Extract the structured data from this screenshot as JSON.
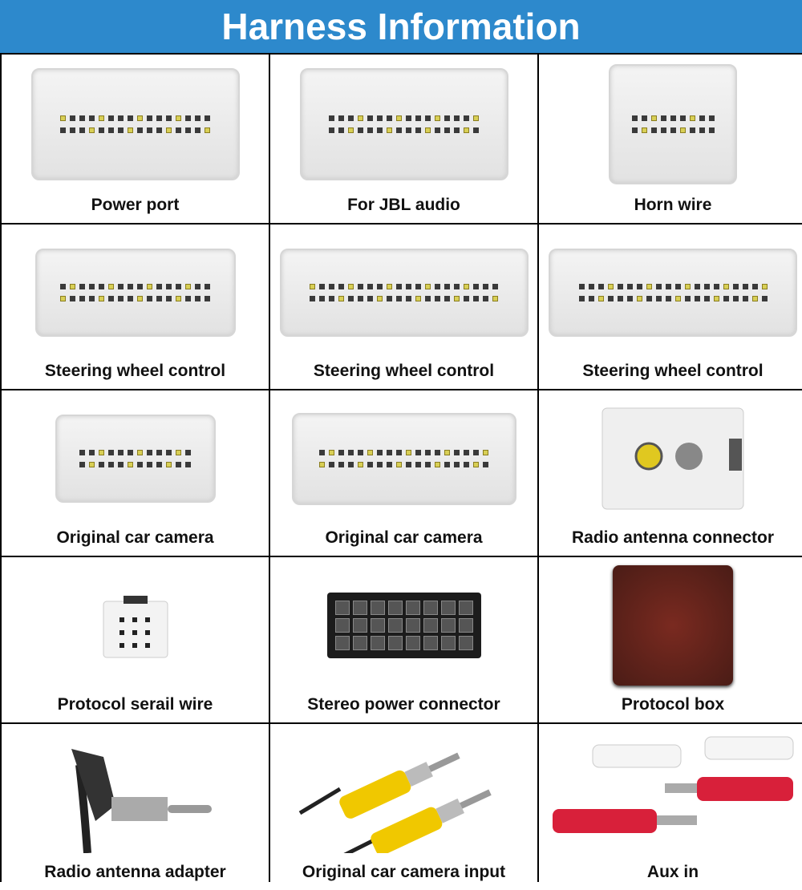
{
  "header": {
    "title": "Harness Information"
  },
  "colors": {
    "header_bg": "#2d89cc",
    "pin_gold": "#d8cf55"
  },
  "cells": [
    {
      "label": "Power port",
      "kind": "white-connector-icon"
    },
    {
      "label": "For JBL audio",
      "kind": "white-connector-icon"
    },
    {
      "label": "Horn wire",
      "kind": "white-connector-icon"
    },
    {
      "label": "Steering wheel control",
      "kind": "white-connector-icon"
    },
    {
      "label": "Steering wheel control",
      "kind": "white-connector-icon"
    },
    {
      "label": "Steering wheel control",
      "kind": "white-connector-icon"
    },
    {
      "label": "Original car camera",
      "kind": "white-connector-icon"
    },
    {
      "label": "Original car camera",
      "kind": "white-connector-icon"
    },
    {
      "label": "Radio antenna connector",
      "kind": "antenna-connector-icon"
    },
    {
      "label": "Protocol serail wire",
      "kind": "small-connector-icon"
    },
    {
      "label": "Stereo power connector",
      "kind": "black-connector-icon"
    },
    {
      "label": "Protocol box",
      "kind": "module-box-icon"
    },
    {
      "label": "Radio antenna adapter",
      "kind": "antenna-plug-icon"
    },
    {
      "label": "Original car camera input",
      "kind": "rca-yellow-icon"
    },
    {
      "label": "Aux in",
      "kind": "rca-red-white-icon"
    }
  ]
}
